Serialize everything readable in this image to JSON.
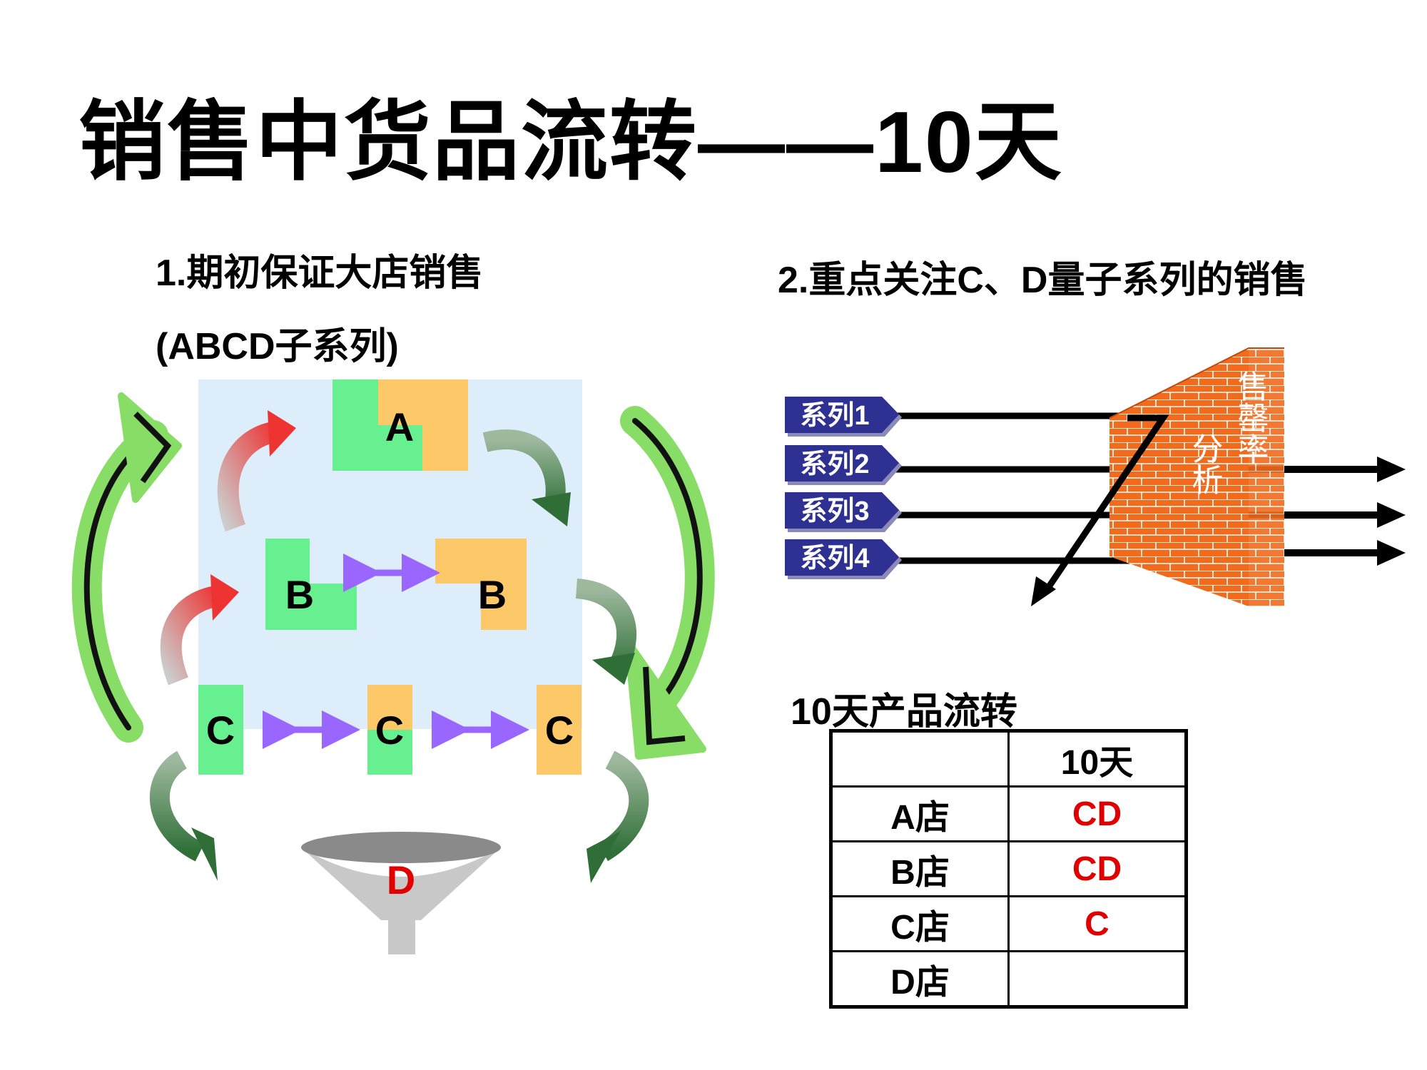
{
  "title": "销售中货品流转——10天",
  "section1": {
    "heading_line1": "1.期初保证大店销售",
    "heading_line2": "(ABCD子系列)",
    "store_labels": {
      "a": "A",
      "b_left": "B",
      "b_right": "B",
      "c_left": "C",
      "c_mid": "C",
      "c_right": "C",
      "d": "D"
    }
  },
  "section2": {
    "heading": "2.重点关注C、D量子系列的销售",
    "series": [
      "系列1",
      "系列2",
      "系列3",
      "系列4"
    ],
    "wall_text_col1": "分析",
    "wall_text_col2": "售罄率"
  },
  "section3": {
    "heading": "10天产品流转",
    "table": {
      "header": [
        "",
        "10天"
      ],
      "rows": [
        [
          "A店",
          "CD"
        ],
        [
          "B店",
          "CD"
        ],
        [
          "C店",
          "C"
        ],
        [
          "D店",
          ""
        ]
      ]
    }
  },
  "colors": {
    "light_blue_bg": "#ddeefa",
    "green_block": "#66f08f",
    "orange_block": "#fdc867",
    "purple_arrow": "#9966ff",
    "green_curve": "#88dd66",
    "dark_green_arrow": "#3f7f47",
    "red_arrow": "#ee4040",
    "brick": "#f26a1b",
    "series_tag": "#2e3192",
    "highlight_text": "#e00000"
  }
}
